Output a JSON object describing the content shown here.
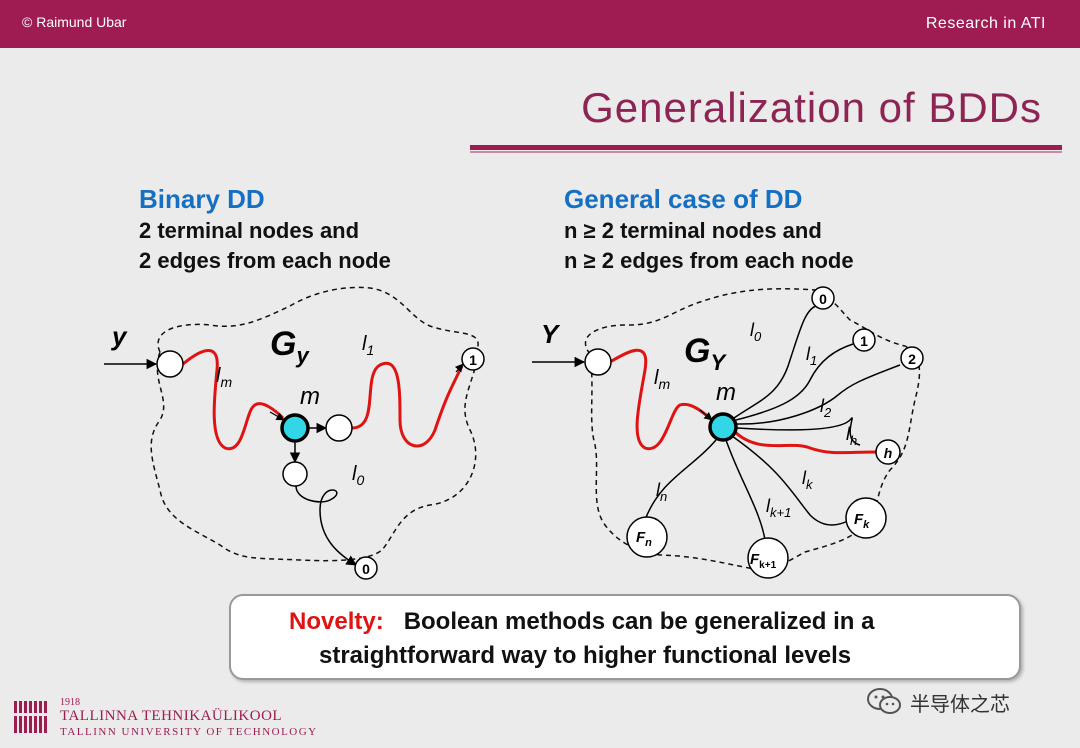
{
  "header": {
    "copyright": "© Raimund Ubar",
    "section": "Research in ATI"
  },
  "slide": {
    "title": "Generalization of BDDs"
  },
  "binary": {
    "heading": "Binary DD",
    "line1": "2 terminal nodes and",
    "line2": "2 edges from each node",
    "labels": {
      "input": "y",
      "graph_main": "G",
      "graph_sub": "y",
      "path_main": "l",
      "path_sub": "m",
      "node": "m",
      "edge1_main": "l",
      "edge1_sub": "1",
      "edge0_main": "l",
      "edge0_sub": "0",
      "terminal1": "1",
      "terminal0": "0"
    }
  },
  "general": {
    "heading": "General case of DD",
    "line1": "n ≥ 2 terminal nodes and",
    "line2": "n ≥ 2 edges from each node",
    "labels": {
      "input": "Y",
      "graph_main": "G",
      "graph_sub": "Y",
      "path_main": "l",
      "path_sub": "m",
      "node": "m",
      "l0_sub": "0",
      "l1_sub": "1",
      "l2_sub": "2",
      "lh_sub": "h",
      "lk_sub": "k",
      "lk1_sub": "k+1",
      "ln_sub": "n",
      "edge_main": "l",
      "term0": "0",
      "term1": "1",
      "term2": "2",
      "termh": "h",
      "termF": "F",
      "termFk_sub": "k",
      "termFk1_sub": "k+1",
      "termFn_sub": "n"
    }
  },
  "novelty": {
    "label": "Novelty:",
    "line1": "Boolean methods can be generalized in a",
    "line2": "straightforward way to higher functional levels"
  },
  "footer": {
    "year": "1918",
    "university": "TALLINNA TEHNIKAÜLIKOOL",
    "university_en": "TALLINN UNIVERSITY OF TECHNOLOGY",
    "watermark": "半导体之芯"
  },
  "colors": {
    "brand": "#9e1c51",
    "heading_blue": "#1570c4",
    "path_red": "#e01313",
    "node_cyan": "#33d6e6"
  }
}
